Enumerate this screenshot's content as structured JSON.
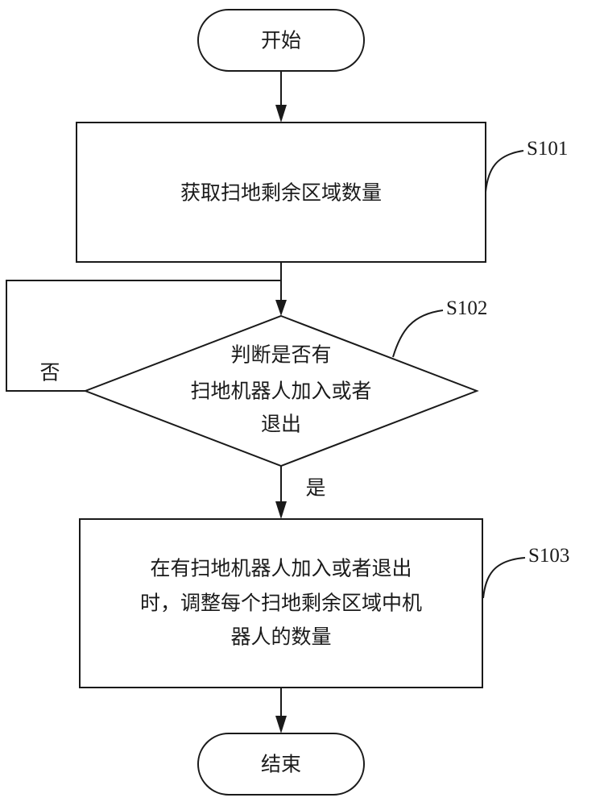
{
  "nodes": {
    "start": {
      "label": "开始"
    },
    "s101": {
      "label": "获取扫地剩余区域数量",
      "step": "S101"
    },
    "s102": {
      "lines": [
        "判断是否有",
        "扫地机器人加入或者",
        "退出"
      ],
      "step": "S102"
    },
    "s103": {
      "lines": [
        "在有扫地机器人加入或者退出",
        "时，调整每个扫地剩余区域中机",
        "器人的数量"
      ],
      "step": "S103"
    },
    "end": {
      "label": "结束"
    }
  },
  "edges": {
    "no_label": "否",
    "yes_label": "是"
  }
}
